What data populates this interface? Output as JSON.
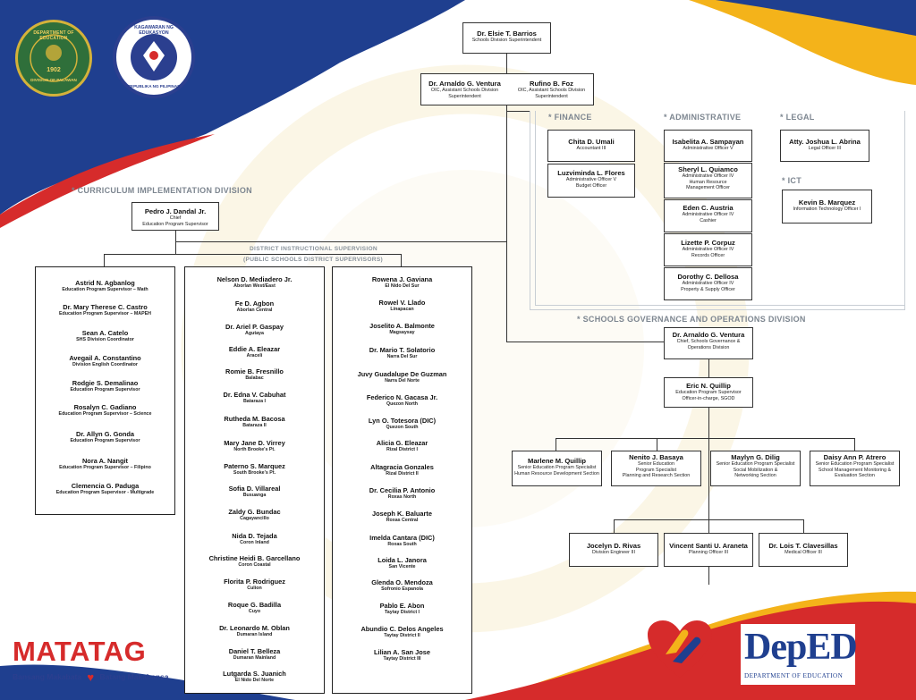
{
  "brand": {
    "navy": "#1f3f8f",
    "red": "#d62b2b",
    "yellow": "#f4b31a",
    "line": "#333333",
    "section_gray": "#7d8690"
  },
  "logos": {
    "deped_seal": {
      "top": "DEPARTMENT OF EDUCATION",
      "year": "1902",
      "bottom": "DIVISION OF PALAWAN"
    },
    "kagawaran_seal": {
      "top": "KAGAWARAN NG EDUKASYON",
      "bottom": "REPUBLIKA NG PILIPINAS"
    },
    "matatag": {
      "word": "MATATAG",
      "left": "Bansang Makabata",
      "right": "Batang Makabansa"
    },
    "deped_logo": {
      "word": "DepED",
      "sub": "DEPARTMENT OF EDUCATION"
    }
  },
  "top": {
    "sds": {
      "name": "Dr. Elsie T. Barrios",
      "title": "Schools Division Superintendent"
    },
    "asds1": {
      "name": "Dr. Arnaldo G. Ventura",
      "title": "OIC, Assistant Schools Division Superintendent"
    },
    "asds2": {
      "name": "Rufino B. Foz",
      "title": "OIC, Assistant Schools Division Superintendent"
    }
  },
  "sections": {
    "finance": "* FINANCE",
    "administrative": "* ADMINISTRATIVE",
    "legal": "* LEGAL",
    "ict": "* ICT",
    "cid": "* CURRICULUM IMPLEMENTATION DIVISION",
    "sgod": "* SCHOOLS GOVERNANCE AND OPERATIONS DIVISION",
    "district": "DISTRICT INSTRUCTIONAL SUPERVISION",
    "district_sub": "(PUBLIC SCHOOLS DISTRICT SUPERVISORS)"
  },
  "finance": [
    {
      "name": "Chita D. Umali",
      "title": "Accountant III"
    },
    {
      "name": "Luzviminda L. Flores",
      "title": "Administrative Officer V\nBudget Officer"
    }
  ],
  "admin": [
    {
      "name": "Isabelita A. Sampayan",
      "title": "Administrative Officer V"
    },
    {
      "name": "Sheryl L. Quiamco",
      "title": "Administrative Officer IV\nHuman Resource\nManagement Officer"
    },
    {
      "name": "Eden C. Austria",
      "title": "Administrative Officer IV\nCashier"
    },
    {
      "name": "Lizette P. Corpuz",
      "title": "Administrative Officer IV\nRecords Officer"
    },
    {
      "name": "Dorothy C. Dellosa",
      "title": "Administrative Officer IV\nProperty & Supply Officer"
    }
  ],
  "legal": {
    "name": "Atty. Joshua L. Abrina",
    "title": "Legal Officer III"
  },
  "ict": {
    "name": "Kevin B. Marquez",
    "title": "Information Technology Officer I"
  },
  "cid_chief": {
    "name": "Pedro J. Dandal Jr.",
    "title": "Chief\nEducation Program Supervisor"
  },
  "eps": [
    {
      "name": "Astrid N. Agbanlog",
      "title": "Education Program Supervisor – Math"
    },
    {
      "name": "Dr. Mary Therese C. Castro",
      "title": "Education Program Supervisor – MAPEH"
    },
    {
      "name": "Sean A. Catelo",
      "title": "SHS Division Coordinator"
    },
    {
      "name": "Avegail A. Constantino",
      "title": "Division English Coordinator"
    },
    {
      "name": "Rodgie S. Demalinao",
      "title": "Education Program Supervisor"
    },
    {
      "name": "Rosalyn C. Gadiano",
      "title": "Education Program Supervisor – Science"
    },
    {
      "name": "Dr. Allyn G. Gonda",
      "title": "Education Program Supervisor"
    },
    {
      "name": "Nora A. Nangit",
      "title": "Education Program Supervisor – Filipino"
    },
    {
      "name": "Clemencia G. Paduga",
      "title": "Education Program Supervisor - Multigrade"
    }
  ],
  "psds1": [
    {
      "name": "Nelson D. Mediadero Jr.",
      "title": "Aborlan West/East"
    },
    {
      "name": "Fe D. Agbon",
      "title": "Aborlan Central"
    },
    {
      "name": "Dr. Ariel P. Gaspay",
      "title": "Agutaya"
    },
    {
      "name": "Eddie A. Eleazar",
      "title": "Araceli"
    },
    {
      "name": "Romie B. Fresnillo",
      "title": "Balabac"
    },
    {
      "name": "Dr. Edna V. Cabuhat",
      "title": "Bataraza I"
    },
    {
      "name": "Rutheda M. Bacosa",
      "title": "Bataraza II"
    },
    {
      "name": "Mary Jane D. Virrey",
      "title": "North Brooke's Pt."
    },
    {
      "name": "Paterno S. Marquez",
      "title": "South Brooke's Pt."
    },
    {
      "name": "Sofia D. Villareal",
      "title": "Busuanga"
    },
    {
      "name": "Zaldy G. Bundac",
      "title": "Cagayancillo"
    },
    {
      "name": "Nida D. Tejada",
      "title": "Coron Inland"
    },
    {
      "name": "Christine Heidi B. Garcellano",
      "title": "Coron Coastal"
    },
    {
      "name": "Florita P. Rodriguez",
      "title": "Culion"
    },
    {
      "name": "Roque G. Badilla",
      "title": "Cuyo"
    },
    {
      "name": "Dr. Leonardo M. Oblan",
      "title": "Dumaran Island"
    },
    {
      "name": "Daniel T. Belleza",
      "title": "Dumaran Mainland"
    },
    {
      "name": "Lutgarda S. Juanich",
      "title": "El Nido Del Norte"
    }
  ],
  "psds2": [
    {
      "name": "Rowena J. Gaviana",
      "title": "El Nido Del Sur"
    },
    {
      "name": "Rowel V. Llado",
      "title": "Linapacan"
    },
    {
      "name": "Joselito A. Balmonte",
      "title": "Magsaysay"
    },
    {
      "name": "Dr. Mario T. Solatorio",
      "title": "Narra Del Sur"
    },
    {
      "name": "Juvy Guadalupe De Guzman",
      "title": "Narra Del Norte"
    },
    {
      "name": "Federico N. Gacasa Jr.",
      "title": "Quezon North"
    },
    {
      "name": "Lyn O. Totesora (DIC)",
      "title": "Quezon South"
    },
    {
      "name": "Alicia G. Eleazar",
      "title": "Rizal District I"
    },
    {
      "name": "Altagracia Gonzales",
      "title": "Rizal District II"
    },
    {
      "name": "Dr. Cecilia P. Antonio",
      "title": "Roxas North"
    },
    {
      "name": "Joseph K. Baluarte",
      "title": "Roxas Central"
    },
    {
      "name": "Imelda Cantara (DIC)",
      "title": "Roxas South"
    },
    {
      "name": "Loida L. Janora",
      "title": "San Vicente"
    },
    {
      "name": "Glenda O. Mendoza",
      "title": "Sofronio Espanola"
    },
    {
      "name": "Pablo E. Abon",
      "title": "Taytay District I"
    },
    {
      "name": "Abundio C. Delos Angeles",
      "title": "Taytay District II"
    },
    {
      "name": "Lilian A. San Jose",
      "title": "Taytay District III"
    }
  ],
  "sgod_chief": {
    "name": "Dr. Arnaldo G. Ventura",
    "title": "Chief, Schools Governance &\nOperations Division"
  },
  "sgod_oic": {
    "name": "Eric N. Quillip",
    "title": "Education Program Supervisor\nOfficer-in-charge, SGOD"
  },
  "sgod_sections": [
    {
      "name": "Marlene M. Quillip",
      "title": "Senior Education Program Specialist\nHuman Resource Development Section"
    },
    {
      "name": "Nenito J. Basaya",
      "title": "Senior Education\nProgram Specialist\nPlanning and Research Section"
    },
    {
      "name": "Maylyn G. Dilig",
      "title": "Senior Education Program Specialist\nSocial Mobilization &\nNetworking Section"
    },
    {
      "name": "Daisy Ann P. Atrero",
      "title": "Senior Education Program Specialist\nSchool Management Monitoring &\nEvaluation Section"
    }
  ],
  "sgod_staff": [
    {
      "name": "Jocelyn D. Rivas",
      "title": "Division Engineer III"
    },
    {
      "name": "Vincent Santi U. Araneta",
      "title": "Planning Officer III"
    },
    {
      "name": "Dr. Lois T. Clavesillas",
      "title": "Medical Officer III"
    }
  ]
}
